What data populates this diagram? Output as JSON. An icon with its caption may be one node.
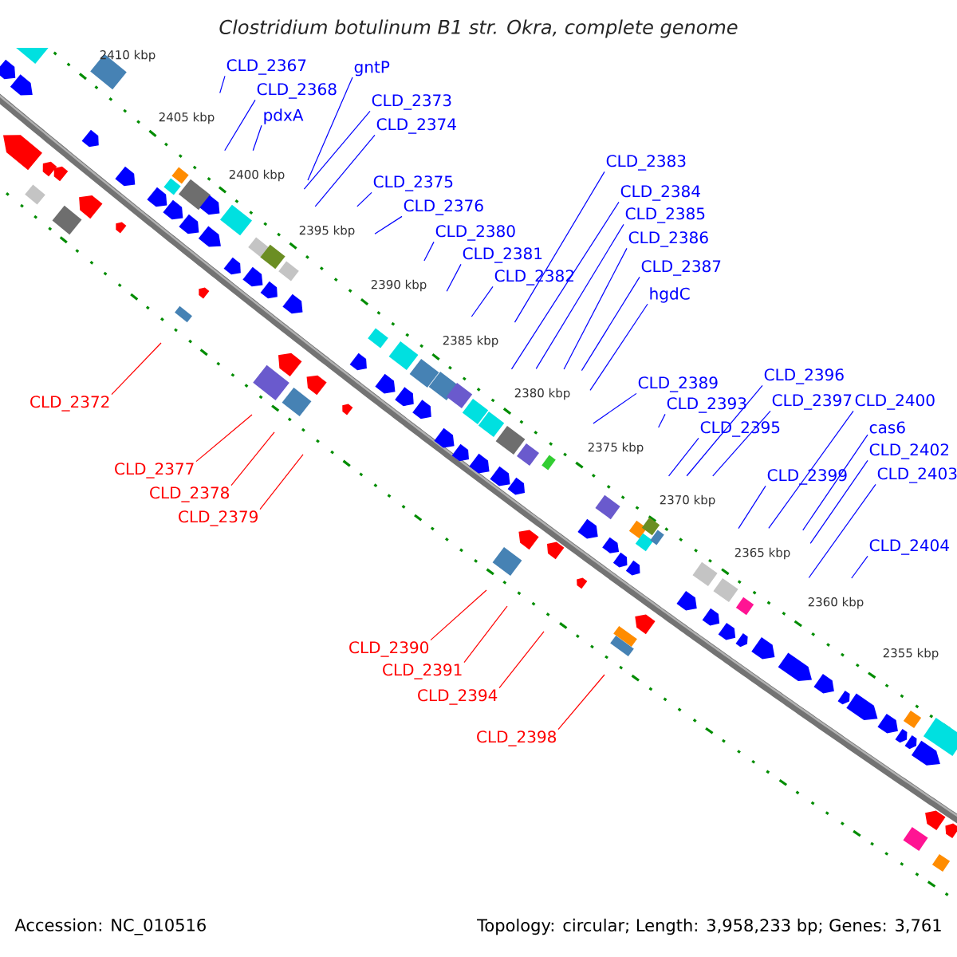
{
  "diagram": {
    "title": "Clostridium botulinum B1 str. Okra, complete genome",
    "nodes": [
      {
        "text": [
          "CLD_2367"
        ]
      },
      {
        "text": [
          "gntP"
        ]
      },
      {
        "text": [
          "CLD_2368"
        ]
      },
      {
        "text": [
          "CLD_2373"
        ]
      },
      {
        "text": [
          "pdxA"
        ]
      },
      {
        "text": [
          "CLD_2374"
        ]
      },
      {
        "text": [
          "CLD_2383"
        ]
      },
      {
        "text": [
          "CLD_2375"
        ]
      },
      {
        "text": [
          "CLD_2384"
        ]
      },
      {
        "text": [
          "CLD_2376"
        ]
      },
      {
        "text": [
          "CLD_2385"
        ]
      },
      {
        "text": [
          "CLD_2380"
        ]
      },
      {
        "text": [
          "CLD_2386"
        ]
      },
      {
        "text": [
          "CLD_2381"
        ]
      },
      {
        "text": [
          "CLD_2387"
        ]
      },
      {
        "text": [
          "CLD_2382"
        ]
      },
      {
        "text": [
          "hgdC"
        ]
      },
      {
        "text": [
          "CLD_2396"
        ]
      },
      {
        "text": [
          "CLD_2389"
        ]
      },
      {
        "text": [
          "CLD_2397"
        ]
      },
      {
        "text": [
          "CLD_2400"
        ]
      },
      {
        "text": [
          "CLD_2372"
        ]
      },
      {
        "text": [
          "CLD_2393"
        ]
      },
      {
        "text": [
          "CLD_2395"
        ]
      },
      {
        "text": [
          "cas6"
        ]
      },
      {
        "text": [
          "CLD_2402"
        ]
      },
      {
        "text": [
          "CLD_2377"
        ]
      },
      {
        "text": [
          "CLD_2403"
        ]
      },
      {
        "text": [
          "CLD_2399"
        ]
      },
      {
        "text": [
          "CLD_2378"
        ]
      },
      {
        "text": [
          "CLD_2379"
        ]
      },
      {
        "text": [
          "CLD_2404"
        ]
      },
      {
        "text": [
          "CLD_2390"
        ]
      },
      {
        "text": [
          "CLD_2391"
        ]
      },
      {
        "text": [
          "CLD_2394"
        ]
      },
      {
        "text": [
          "CLD_2398"
        ]
      }
    ],
    "edges": [
      {
        "from": 0,
        "to": null,
        "arrow": "none"
      },
      {
        "from": 1,
        "to": null,
        "arrow": "none"
      },
      {
        "from": 2,
        "to": null,
        "arrow": "none"
      },
      {
        "from": 3,
        "to": null,
        "arrow": "none"
      },
      {
        "from": 4,
        "to": null,
        "arrow": "none"
      },
      {
        "from": 5,
        "to": null,
        "arrow": "none"
      },
      {
        "from": 6,
        "to": null,
        "arrow": "none"
      },
      {
        "from": 7,
        "to": null,
        "arrow": "none"
      },
      {
        "from": 8,
        "to": null,
        "arrow": "none"
      },
      {
        "from": 9,
        "to": null,
        "arrow": "none"
      },
      {
        "from": 10,
        "to": null,
        "arrow": "none"
      },
      {
        "from": 11,
        "to": null,
        "arrow": "none"
      },
      {
        "from": 12,
        "to": null,
        "arrow": "none"
      },
      {
        "from": 13,
        "to": null,
        "arrow": "none"
      },
      {
        "from": 14,
        "to": null,
        "arrow": "none"
      },
      {
        "from": 15,
        "to": null,
        "arrow": "none"
      },
      {
        "from": 16,
        "to": null,
        "arrow": "none"
      },
      {
        "from": 17,
        "to": null,
        "arrow": "none"
      },
      {
        "from": 18,
        "to": null,
        "arrow": "none"
      },
      {
        "from": 19,
        "to": null,
        "arrow": "none"
      },
      {
        "from": 20,
        "to": null,
        "arrow": "none"
      },
      {
        "from": 21,
        "to": null,
        "arrow": "none",
        "color": "#ff0000"
      },
      {
        "from": 22,
        "to": null,
        "arrow": "none"
      },
      {
        "from": 23,
        "to": null,
        "arrow": "none"
      },
      {
        "from": 24,
        "to": null,
        "arrow": "none"
      },
      {
        "from": 25,
        "to": null,
        "arrow": "none"
      },
      {
        "from": 26,
        "to": null,
        "arrow": "none",
        "color": "#ff0000"
      },
      {
        "from": 27,
        "to": null,
        "arrow": "none"
      },
      {
        "from": 28,
        "to": null,
        "arrow": "none"
      },
      {
        "from": 29,
        "to": null,
        "arrow": "none",
        "color": "#ff0000"
      },
      {
        "from": 30,
        "to": null,
        "arrow": "none",
        "color": "#ff0000"
      },
      {
        "from": 31,
        "to": null,
        "arrow": "none"
      },
      {
        "from": 32,
        "to": null,
        "arrow": "none",
        "color": "#ff0000"
      },
      {
        "from": 33,
        "to": null,
        "arrow": "none",
        "color": "#ff0000"
      },
      {
        "from": 34,
        "to": null,
        "arrow": "none",
        "color": "#ff0000"
      },
      {
        "from": 35,
        "to": null,
        "arrow": "none",
        "color": "#ff0000"
      }
    ],
    "labels": [
      "2410 kbp",
      "2405 kbp",
      "2400 kbp",
      "2395 kbp",
      "2390 kbp",
      "2385 kbp",
      "2380 kbp",
      "2375 kbp",
      "2370 kbp",
      "2365 kbp",
      "2360 kbp",
      "2355 kbp",
      "Accession: NC_010516",
      "Topology: circular; Length: 3,958,233 bp; Genes: 3,761"
    ]
  }
}
